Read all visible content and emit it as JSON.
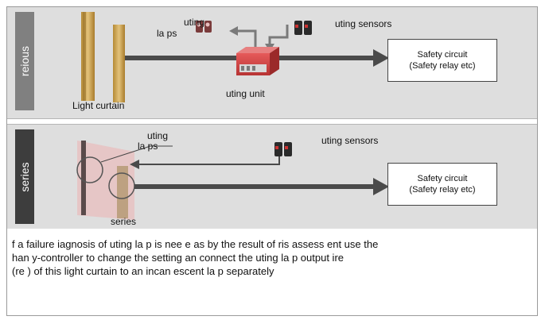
{
  "top_panel": {
    "side_label": "reious",
    "muting_lamps_label": [
      "uting",
      "la    ps"
    ],
    "muting_sensors_label": "uting sensors",
    "light_curtain_label": "Light curtain",
    "muting_unit_label": "uting unit",
    "safety_box": [
      "Safety circuit",
      "(Safety relay etc)"
    ]
  },
  "bottom_panel": {
    "side_label": "series",
    "muting_lamps_label": [
      "uting",
      "la    ps"
    ],
    "muting_sensors_label": "uting sensors",
    "series_label": "series",
    "safety_box": [
      "Safety circuit",
      "(Safety relay etc)"
    ]
  },
  "description": [
    "f a failure iagnosis of uting la p is nee e as by the result of ris assess ent use the",
    "han y-controller                  to change the setting an connect the uting la p output ire",
    "(re ) of this light curtain to an incan escent la p separately"
  ],
  "colors": {
    "panel_bg": "#dedede",
    "side_label_top": "#808080",
    "side_label_bottom": "#3d3d3d",
    "arrow": "#4a4a4a",
    "muting_unit": "#d94848",
    "curtain": "#c9a24a"
  }
}
